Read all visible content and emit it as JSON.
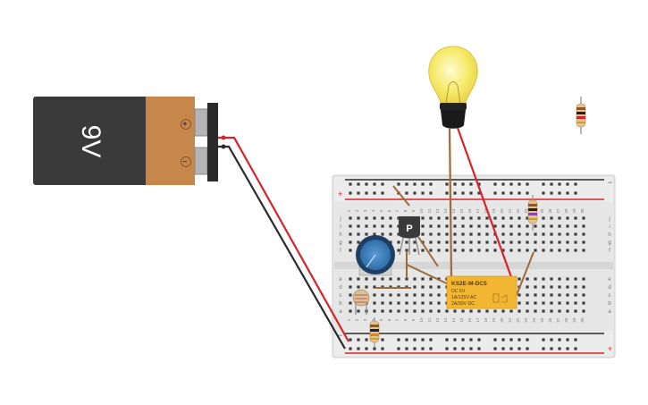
{
  "battery": {
    "label": "9V",
    "plus_symbol": "+",
    "minus_symbol": "−"
  },
  "breadboard": {
    "rail_plus": "+",
    "rail_minus": "−",
    "row_letters_top": [
      "j",
      "i",
      "h",
      "g",
      "f"
    ],
    "row_letters_bottom": [
      "e",
      "d",
      "c",
      "b",
      "a"
    ],
    "column_numbers": [
      "1",
      "2",
      "3",
      "4",
      "5",
      "6",
      "7",
      "8",
      "9",
      "10",
      "11",
      "12",
      "13",
      "14",
      "15",
      "16",
      "17",
      "18",
      "19",
      "20",
      "21",
      "22",
      "23",
      "24",
      "25",
      "26",
      "27",
      "28",
      "29",
      "30"
    ]
  },
  "transistor": {
    "label": "P"
  },
  "relay": {
    "model": "KS2E-M-DC5",
    "line1": "DC 5V",
    "line2": "1A/125V AC",
    "line3": "2A/30V DC"
  },
  "colors": {
    "wire_red": "#d9232a",
    "wire_black": "#2b2b2b",
    "wire_brown": "#9c6b3c",
    "relay_body": "#f2b632",
    "battery_top": "#c8874a",
    "battery_body": "#3a3a3a",
    "pot_knob": "#4a8cc9",
    "bulb_glass": "#f6ea6a",
    "breadboard": "#e4e4e4"
  }
}
